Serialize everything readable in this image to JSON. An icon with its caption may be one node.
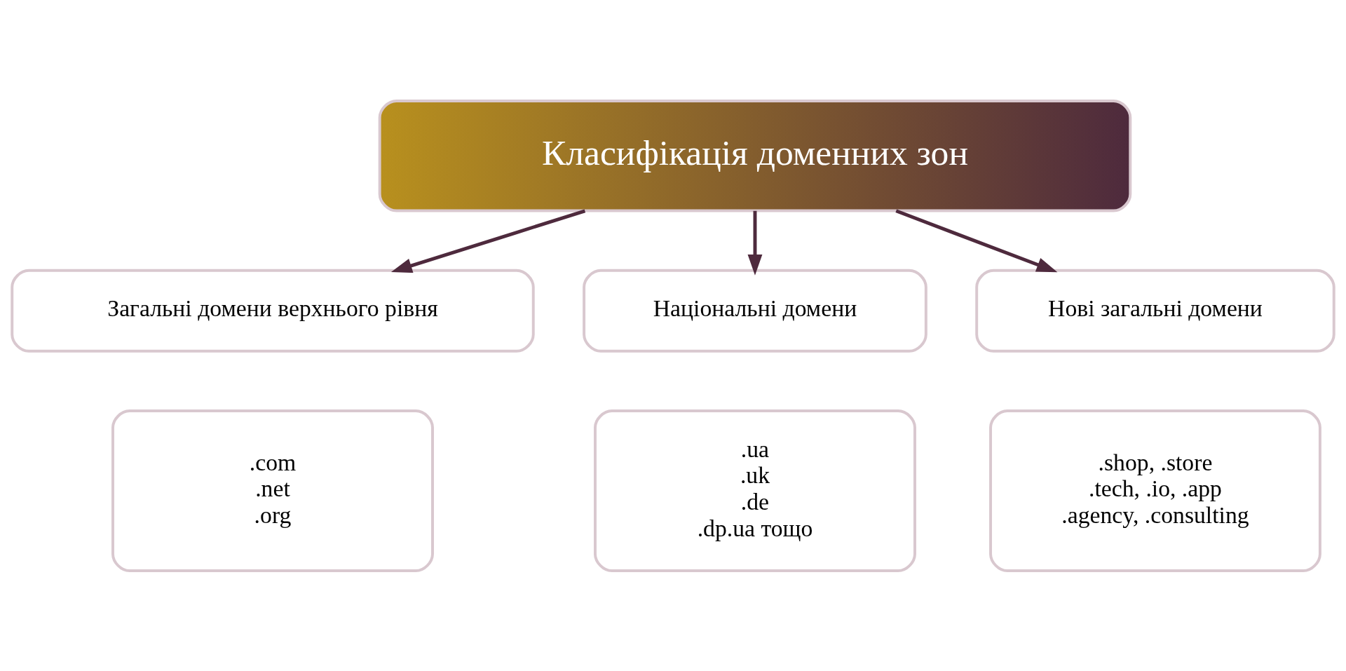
{
  "diagram": {
    "nodes": [
      {
        "text": [
          "Класифікація доменних зон"
        ]
      },
      {
        "text": [
          "Загальні домени верхнього рівня"
        ]
      },
      {
        "text": [
          "Національні домени"
        ]
      },
      {
        "text": [
          "Нові загальні домени"
        ]
      },
      {
        "text": [
          ".com",
          ".net",
          ".org"
        ]
      },
      {
        "text": [
          ".ua",
          ".uk",
          ".de",
          ".dp.ua тощо"
        ]
      },
      {
        "text": [
          ".shop, .store",
          ".tech, .io, .app",
          ".agency, .consulting"
        ]
      }
    ],
    "edges": [
      {
        "from": 0,
        "to": 1,
        "arrow": "to"
      },
      {
        "from": 0,
        "to": 2,
        "arrow": "to"
      },
      {
        "from": 0,
        "to": 3,
        "arrow": "to"
      }
    ]
  }
}
